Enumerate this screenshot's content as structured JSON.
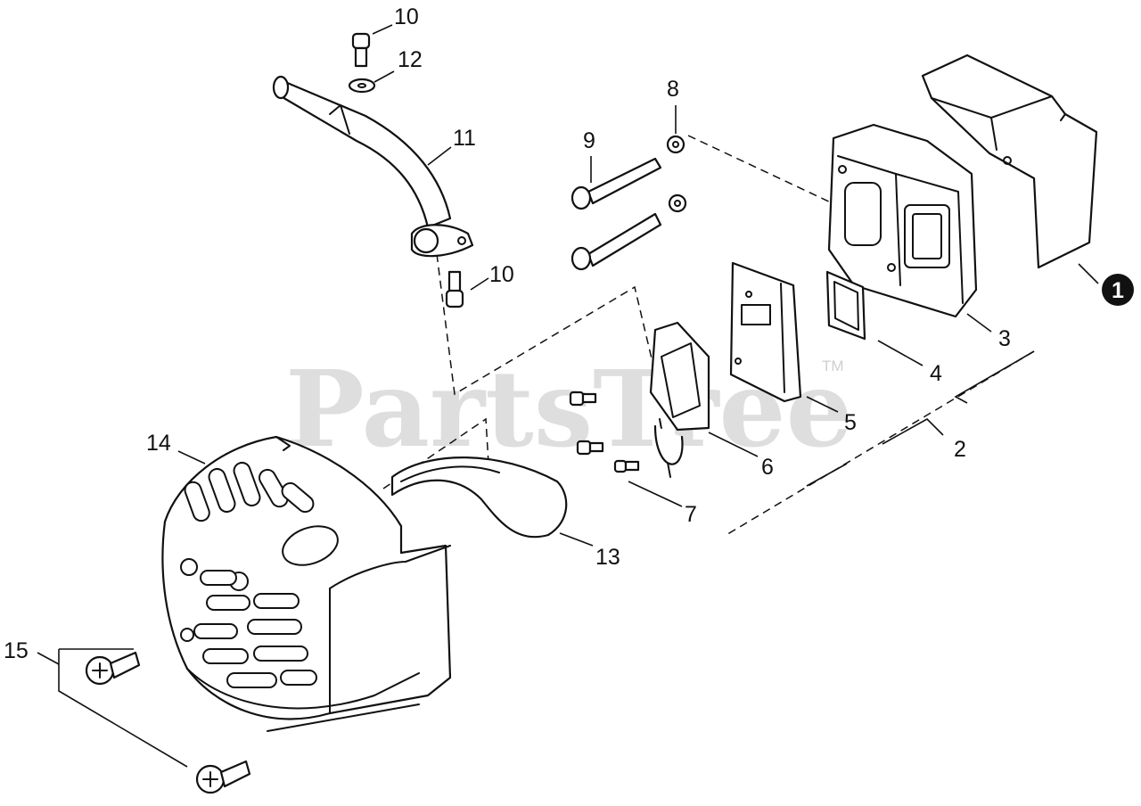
{
  "watermark": {
    "brand": "PartsTree",
    "trademark": "TM"
  },
  "reference_marker": {
    "label": "1"
  },
  "callouts": [
    "10",
    "12",
    "11",
    "8",
    "9",
    "10",
    "3",
    "4",
    "5",
    "2",
    "6",
    "14",
    "7",
    "13",
    "15"
  ]
}
